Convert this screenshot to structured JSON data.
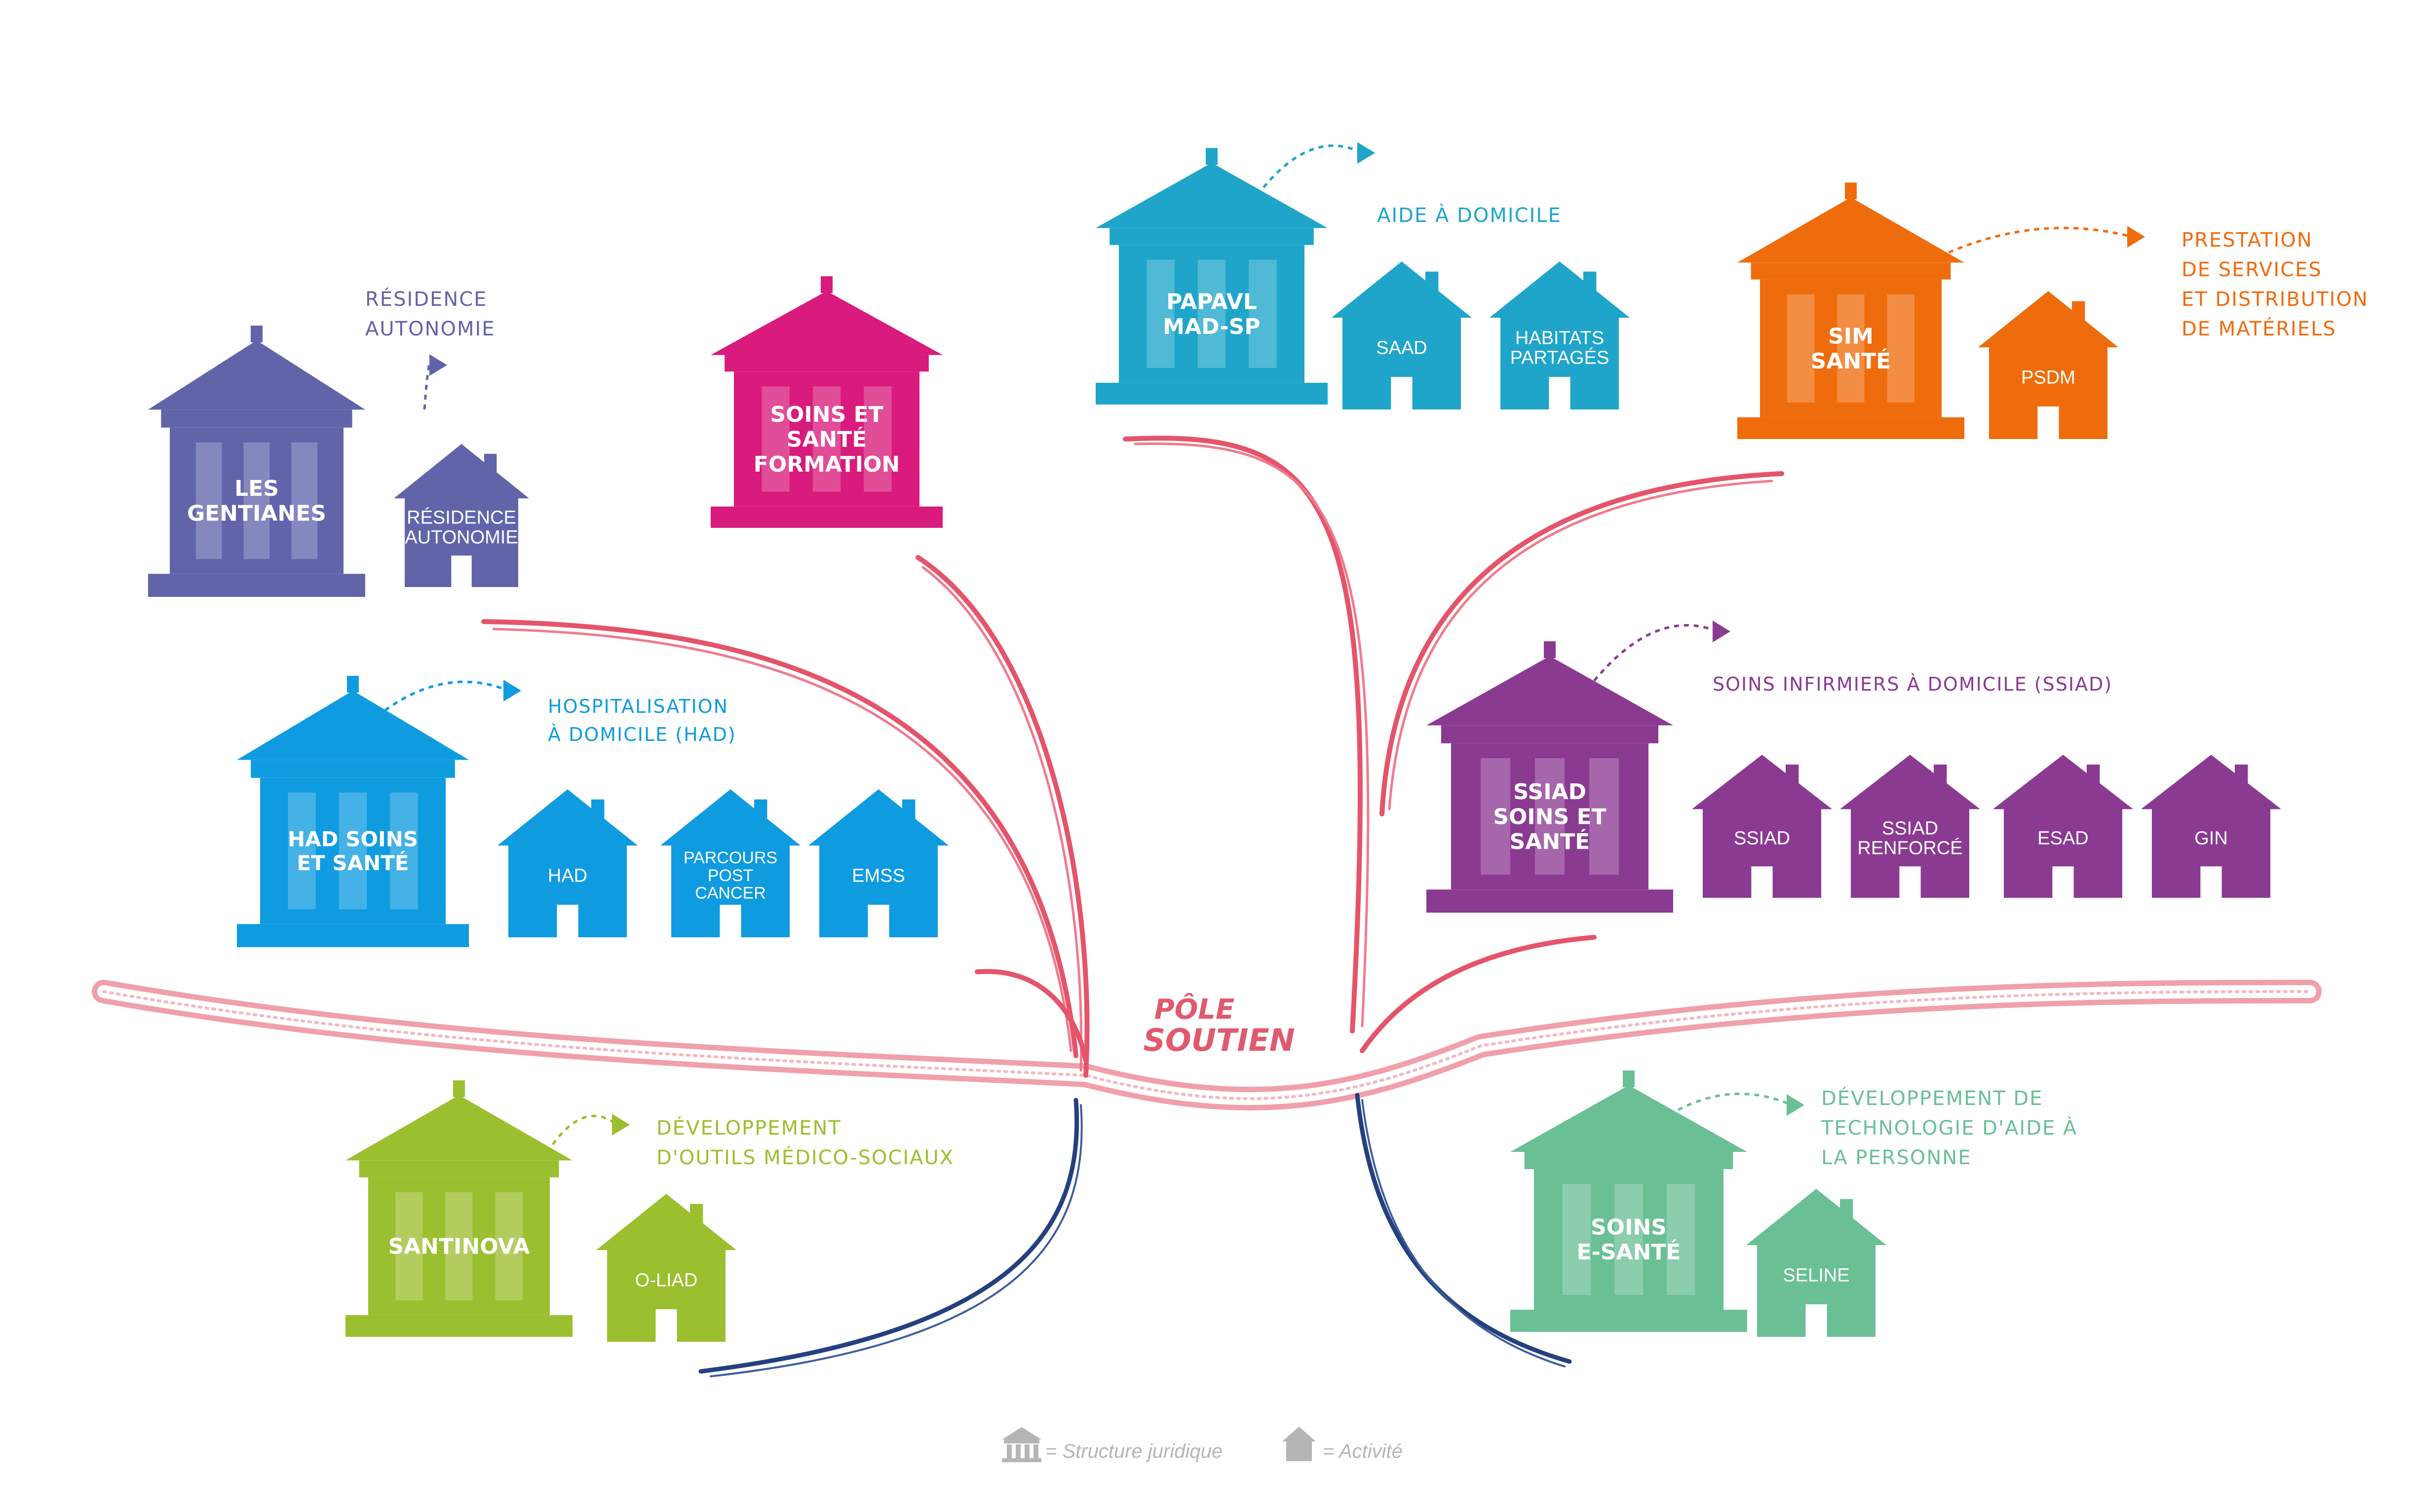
{
  "center": {
    "line1": "PÔLE",
    "line2": "SOUTIEN",
    "color": "#e05a6e"
  },
  "legend": {
    "structure": "= Structure juridique",
    "activite": "= Activité",
    "color": "#b5b5b5"
  },
  "groups": [
    {
      "id": "gentianes",
      "color": "#6264aa",
      "building": [
        "LES",
        "GENTIANES"
      ],
      "activities": [
        [
          "RÉSIDENCE",
          "AUTONOMIE"
        ]
      ],
      "note": [
        "RÉSIDENCE",
        "AUTONOMIE"
      ]
    },
    {
      "id": "formation",
      "color": "#d81b7c",
      "building": [
        "SOINS ET",
        "SANTÉ",
        "FORMATION"
      ],
      "activities": [],
      "note": []
    },
    {
      "id": "papavl",
      "color": "#1fa5c9",
      "building": [
        "PAPAVL",
        "MAD-SP"
      ],
      "activities": [
        [
          "SAAD"
        ],
        [
          "HABITATS",
          "PARTAGÉS"
        ]
      ],
      "note": [
        "AIDE À DOMICILE"
      ]
    },
    {
      "id": "simsante",
      "color": "#ef6c0d",
      "building": [
        "SIM",
        "SANTÉ"
      ],
      "activities": [
        [
          "PSDM"
        ]
      ],
      "note": [
        "PRESTATION",
        "DE SERVICES",
        "ET DISTRIBUTION",
        "DE MATÉRIELS"
      ]
    },
    {
      "id": "had",
      "color": "#0f9be0",
      "building": [
        "HAD SOINS",
        "ET SANTÉ"
      ],
      "activities": [
        [
          "HAD"
        ],
        [
          "PARCOURS",
          "POST",
          "CANCER"
        ],
        [
          "EMSS"
        ]
      ],
      "note": [
        "HOSPITALISATION",
        "À DOMICILE (HAD)"
      ]
    },
    {
      "id": "ssiad",
      "color": "#8b3a92",
      "building": [
        "SSIAD",
        "SOINS ET",
        "SANTÉ"
      ],
      "activities": [
        [
          "SSIAD"
        ],
        [
          "SSIAD",
          "RENFORCÉ"
        ],
        [
          "ESAD"
        ],
        [
          "GIN"
        ]
      ],
      "note": [
        "SOINS INFIRMIERS À DOMICILE (SSIAD)"
      ]
    },
    {
      "id": "santinova",
      "color": "#9cbf30",
      "building": [
        "SANTINOVA"
      ],
      "activities": [
        [
          "O-LIAD"
        ]
      ],
      "note": [
        "DÉVELOPPEMENT",
        "D'OUTILS MÉDICO-SOCIAUX"
      ]
    },
    {
      "id": "esante",
      "color": "#6bbf95",
      "building": [
        "SOINS",
        "E-SANTÉ"
      ],
      "activities": [
        [
          "SELINE"
        ]
      ],
      "note": [
        "DÉVELOPPEMENT DE",
        "TECHNOLOGIE D'AIDE À",
        "LA PERSONNE"
      ]
    }
  ]
}
